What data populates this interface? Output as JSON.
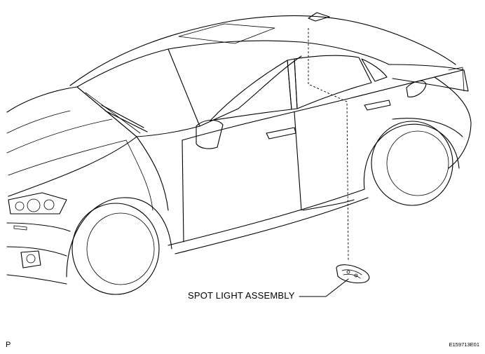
{
  "labels": {
    "part": "SPOT LIGHT ASSEMBLY",
    "view_code": "P",
    "figure_code": "E159713E01"
  },
  "icons": {
    "vehicle": "sedan-line-drawing",
    "part": "spot-light-assembly-icon"
  }
}
